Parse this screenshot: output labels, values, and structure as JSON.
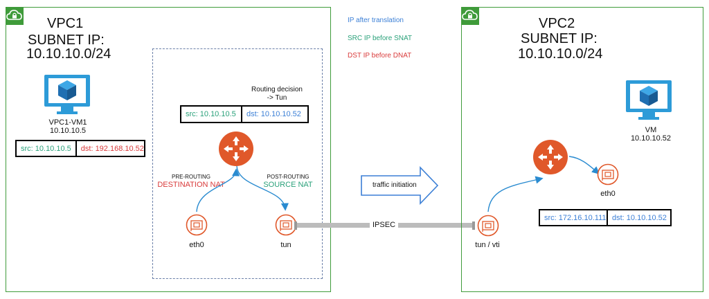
{
  "legend": {
    "ip_after": "IP after translation",
    "src_before": "SRC IP before SNAT",
    "dst_before": "DST IP before DNAT"
  },
  "vpc1": {
    "title_line1": "VPC1",
    "title_line2": "SUBNET IP:",
    "title_line3": "10.10.10.0/24",
    "vm_name": "VPC1-VM1",
    "vm_ip": "10.10.10.5",
    "packet_src": "src: 10.10.10.5",
    "packet_dst": "dst: 192.168.10.52"
  },
  "router": {
    "decision_line1": "Routing decision",
    "decision_line2": "-> Tun",
    "packet_src": "src: 10.10.10.5",
    "packet_dst": "dst: 10.10.10.52",
    "prerouting_small": "PRE-ROUTING",
    "prerouting_big": "DESTINATION NAT",
    "postrouting_small": "POST-ROUTING",
    "postrouting_big": "SOURCE NAT",
    "eth0_label": "eth0",
    "tun_label": "tun"
  },
  "link": {
    "ipsec_label": "IPSEC",
    "traffic_label": "traffic initiation"
  },
  "vpc2": {
    "title_line1": "VPC2",
    "title_line2": "SUBNET IP:",
    "title_line3": "10.10.10.0/24",
    "vm_name": "VM",
    "vm_ip": "10.10.10.52",
    "eth0_label": "eth0",
    "tunvti_label": "tun / vti",
    "packet_src": "src: 172.16.10.111",
    "packet_dst": "dst: 10.10.10.52"
  },
  "colors": {
    "vpc_border": "#3f9b3a",
    "router_orange": "#e0582a",
    "src_green": "#2aa17a",
    "dst_red": "#d93a3a",
    "translated_blue": "#3b7fd6",
    "monitor_blue": "#2d9bd8",
    "cube_blue": "#1f6fb2",
    "arrow_blue": "#2a8bd0"
  },
  "icons": [
    "cloud-lock-icon",
    "monitor-cube-icon",
    "router-icon",
    "network-card-icon"
  ]
}
